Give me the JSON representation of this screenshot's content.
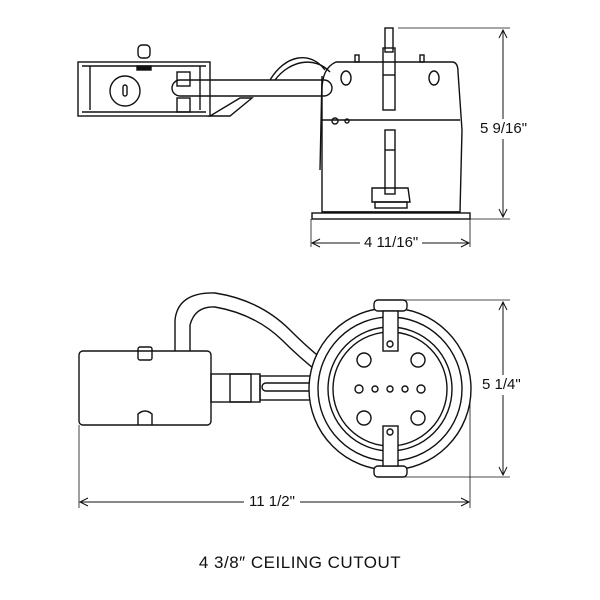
{
  "title": "Recessed housing dimension drawing",
  "side_view": {
    "height_label": "5 9/16\"",
    "width_label": "4 11/16\""
  },
  "top_view": {
    "height_label": "5 1/4\"",
    "width_label": "11 1/2\""
  },
  "caption": "4 3/8″ CEILING CUTOUT",
  "colors": {
    "line": "#111111",
    "background": "#ffffff"
  }
}
